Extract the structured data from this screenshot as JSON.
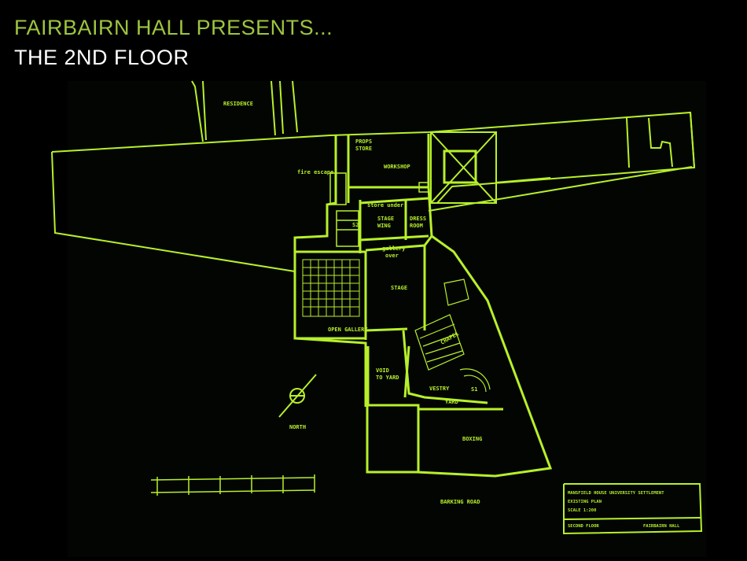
{
  "slide": {
    "title": "FAIRBAIRN HALL PRESENTS...",
    "subtitle": "THE 2ND FLOOR"
  },
  "colors": {
    "title_accent": "#9dc540",
    "plan_lines": "#b7f02a",
    "background": "#000000"
  },
  "floor_plan": {
    "rooms": {
      "residence": "RESIDENCE",
      "props_store": "PROPS",
      "props_store_2": "STORE",
      "workshop": "WORKSHOP",
      "fire_escape": "fire escape",
      "store_under": "store under",
      "stage_wing": "STAGE",
      "stage_wing_2": "WING",
      "dress_room": "DRESS",
      "dress_room_2": "ROOM",
      "s2": "S2",
      "gallery_over": "gallery",
      "gallery_over_2": "over",
      "stage": "STAGE",
      "open_gallery": "OPEN GALLERY",
      "chapel": "CHAPEL",
      "void_to_yard": "VOID",
      "void_to_yard_2": "TO YARD",
      "vestry": "VESTRY",
      "s1": "S1",
      "yard": "YARD",
      "boxing": "BOXING"
    },
    "north_label": "NORTH",
    "road_label": "BARKING ROAD",
    "title_block": {
      "line1": "MANSFIELD HOUSE UNIVERSITY SETTLEMENT",
      "line2": "EXISTING PLAN",
      "line3": "SCALE 1:200",
      "floor": "SECOND FLOOR",
      "building": "FAIRBAIRN HALL"
    }
  }
}
